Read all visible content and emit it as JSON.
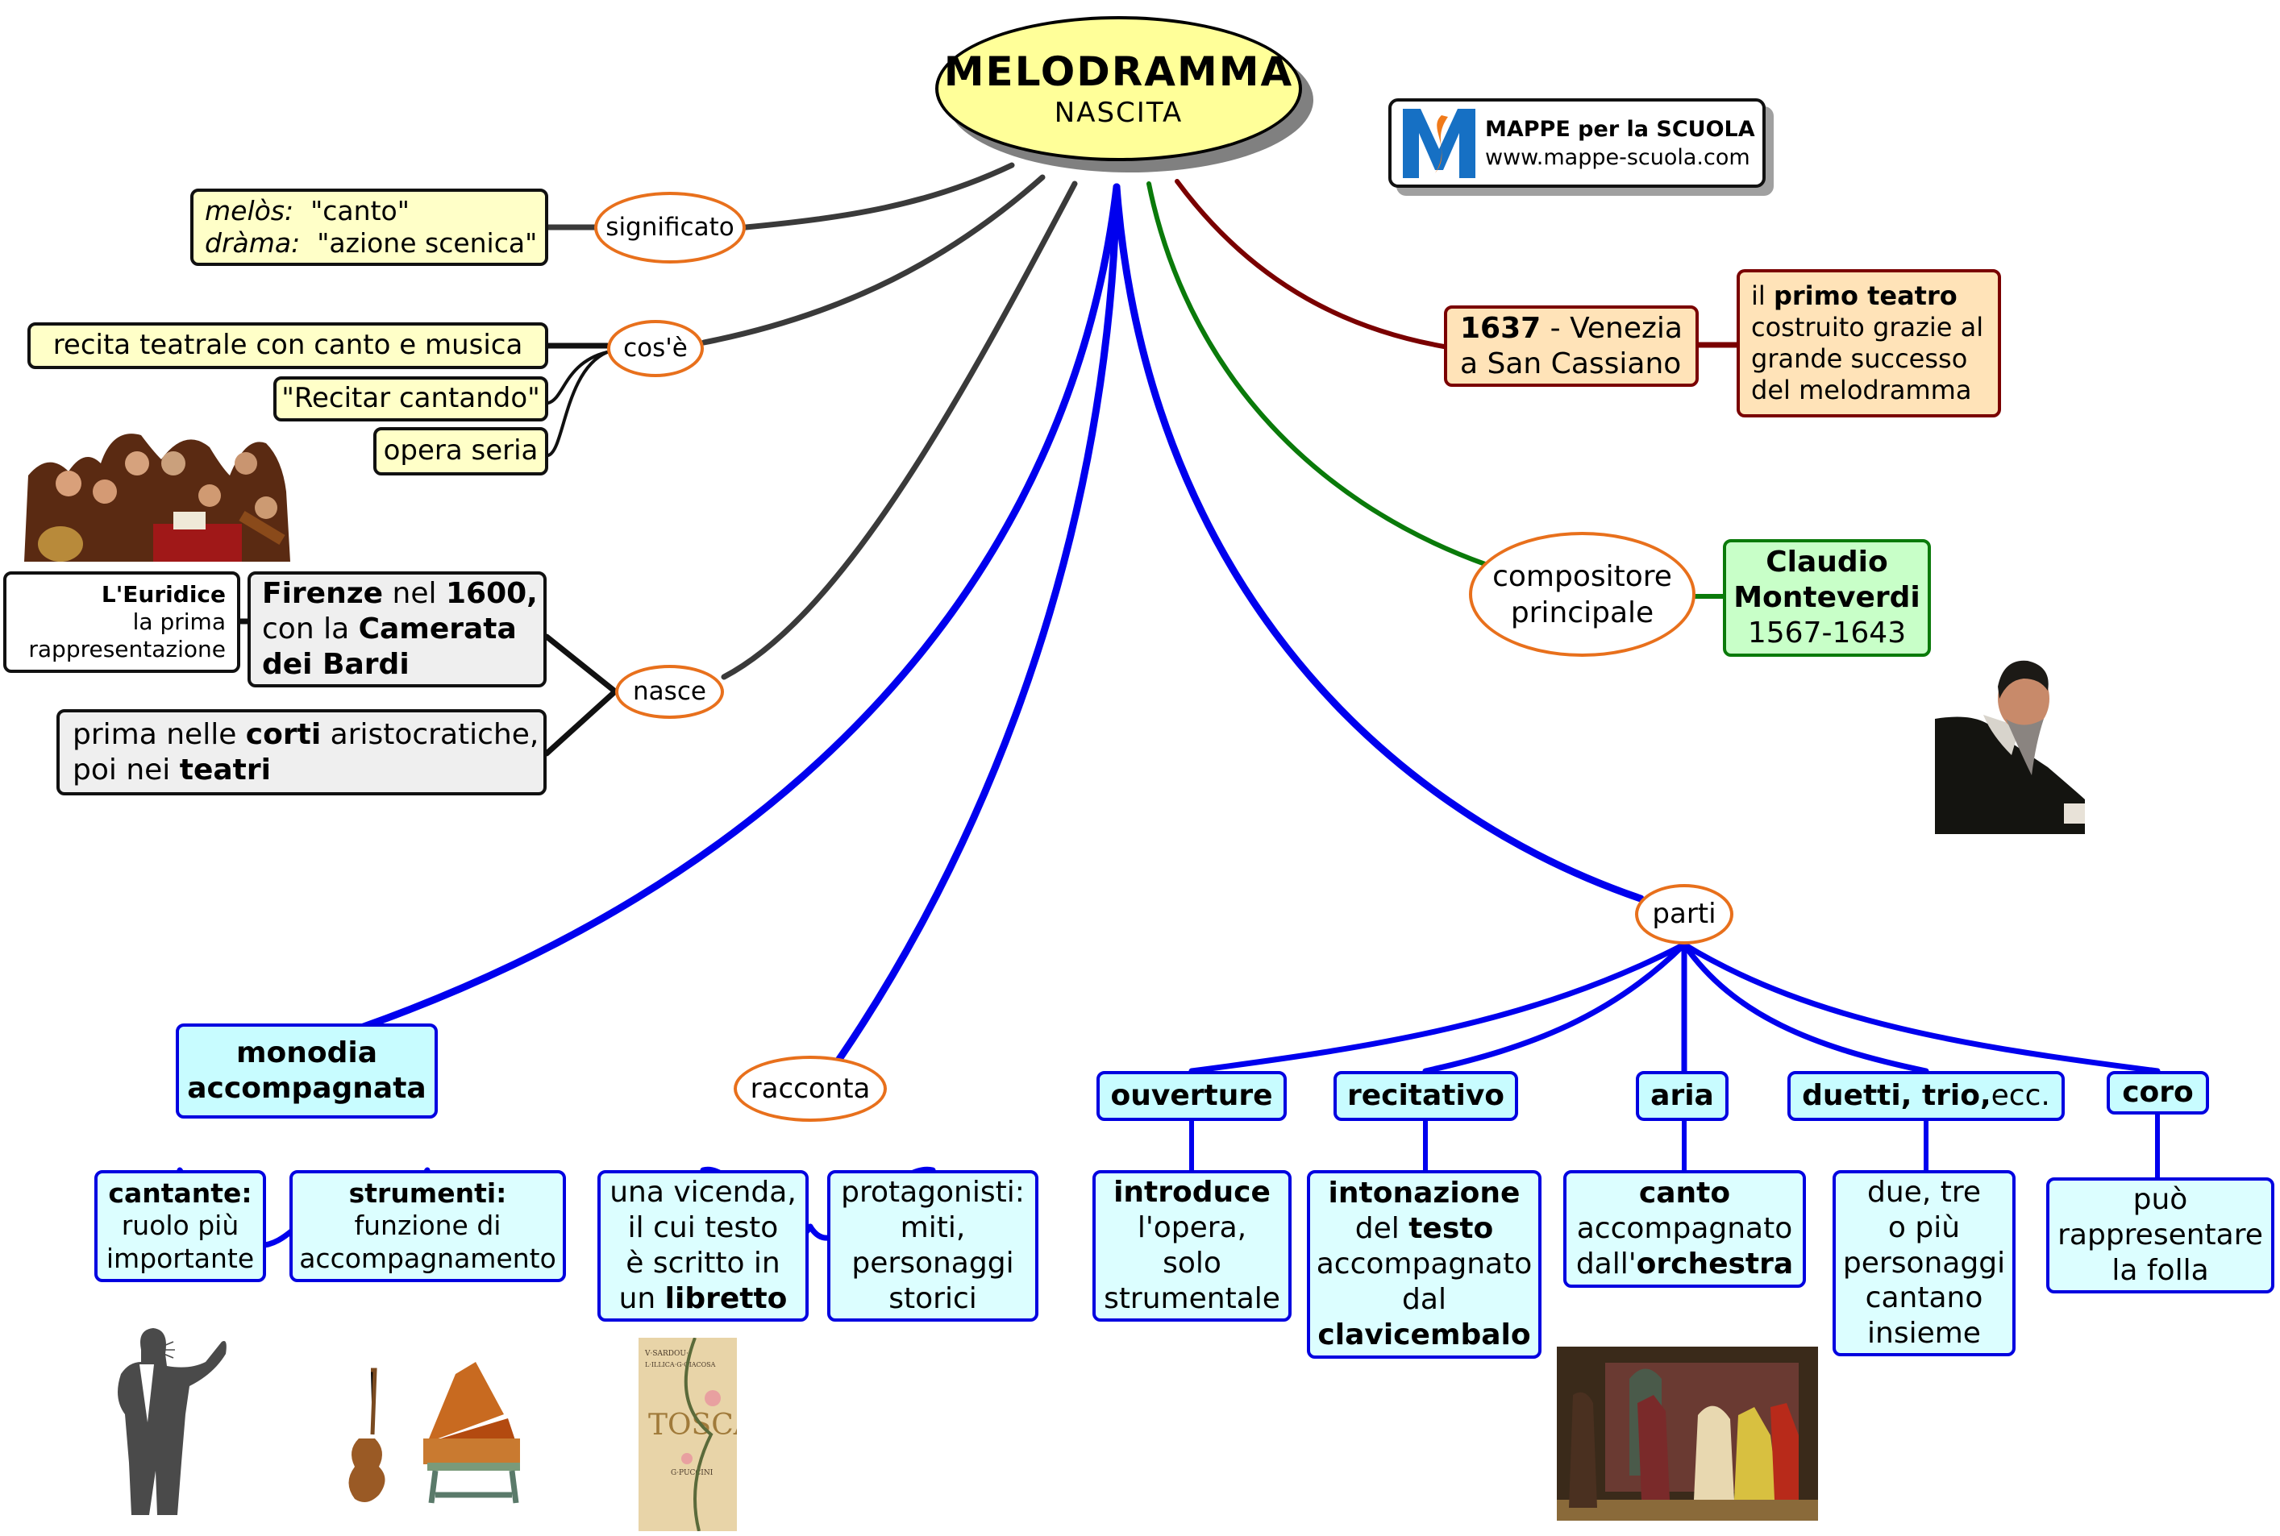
{
  "root": {
    "title": "MELODRAMMA",
    "subtitle": "NASCITA"
  },
  "logo": {
    "name": "MAPPE per la SCUOLA",
    "url": "www.mappe-scuola.com",
    "icon": "mappe-logo-icon"
  },
  "colors": {
    "root_fill": "#ffff99",
    "link_dark": "#3a3a3a",
    "link_blue": "#0000ee",
    "link_green": "#0a7a0a",
    "link_maroon": "#7a0000",
    "connector_ellipse": "#e8701c",
    "note_yellow": "#ffffc8",
    "note_orange": "#ffe3b8",
    "note_green": "#c8ffc8",
    "note_cyan": "#dcfeff"
  },
  "significato": {
    "label": "significato",
    "lines": [
      {
        "term": "melòs:",
        "value": "\"canto\""
      },
      {
        "term": "dràma:",
        "value": "\"azione scenica\""
      }
    ]
  },
  "cose": {
    "label": "cos'è",
    "items": [
      "recita teatrale con canto e musica",
      "\"Recitar cantando\"",
      "opera seria"
    ]
  },
  "nasce": {
    "label": "nasce",
    "firenze": {
      "b1": "Firenze",
      "t1": " nel ",
      "b2": "1600,",
      "t2": "con la ",
      "b3": "Camerata",
      "b4": "dei Bardi"
    },
    "euridice": {
      "title": "L'Euridice",
      "line2": "la prima",
      "line3": "rappresentazione"
    },
    "corti": {
      "t1": "prima nelle ",
      "b1": "corti",
      "t2": " aristocratiche,",
      "t3": "poi nei ",
      "b2": "teatri"
    }
  },
  "teatro": {
    "year": "1637",
    "place_rest": " - Venezia",
    "place_line2": "a San Cassiano",
    "note": {
      "t1": "il ",
      "b1": "primo teatro",
      "l2": "costruito grazie al",
      "l3": "grande successo",
      "l4": "del melodramma"
    }
  },
  "compositore": {
    "label_line1": "compositore",
    "label_line2": "principale",
    "name_line1": "Claudio",
    "name_line2": "Monteverdi",
    "years": "1567-1643"
  },
  "monodia": {
    "title_line1": "monodia",
    "title_line2": "accompagnata",
    "children": [
      {
        "bold": "cantante:",
        "l2": "ruolo più",
        "l3": "importante"
      },
      {
        "bold": "strumenti:",
        "l2": "funzione di",
        "l3": "accompagnamento"
      }
    ]
  },
  "racconta": {
    "label": "racconta",
    "vicenda": {
      "l1": "una vicenda,",
      "l2": "il cui testo",
      "l3": "è scritto in",
      "l4a": "un ",
      "l4b": "libretto"
    },
    "protagonisti": {
      "l1": "protagonisti:",
      "l2": "miti,",
      "l3": "personaggi",
      "l4": "storici"
    }
  },
  "parti": {
    "label": "parti",
    "items": [
      {
        "title": "ouverture",
        "desc": {
          "b1": "introduce",
          "l2": "l'opera,",
          "l3": "solo",
          "l4": "strumentale"
        }
      },
      {
        "title": "recitativo",
        "desc": {
          "b1": "intonazione",
          "l2a": "del ",
          "l2b": "testo",
          "l3": "accompagnato",
          "l4": "dal",
          "b5": "clavicembalo"
        }
      },
      {
        "title": "aria",
        "desc": {
          "b1": "canto",
          "l2": "accompagnato",
          "l3a": "dall'",
          "l3b": "orchestra"
        }
      },
      {
        "title_bold": "duetti, trio,",
        "title_rest": " ecc.",
        "desc": {
          "l1": "due, tre",
          "l2": "o più",
          "l3": "personaggi",
          "l4": "cantano",
          "l5": "insieme"
        }
      },
      {
        "title": "coro",
        "desc": {
          "l1": "può",
          "l2": "rappresentare",
          "l3": "la folla"
        }
      }
    ]
  },
  "images": {
    "musicians": "group-of-baroque-musicians-painting",
    "monteverdi": "monteverdi-portrait",
    "singer": "singer-silhouette",
    "instruments": "violin-and-harpsichord",
    "libretto": {
      "label": "Tosca libretto cover",
      "title": "TOSCA",
      "authors": "V. SARDOU · L. ILLICA · G. GIACOSA",
      "composer": "G. PUCCINI"
    },
    "stage": "opera-stage-scene"
  }
}
